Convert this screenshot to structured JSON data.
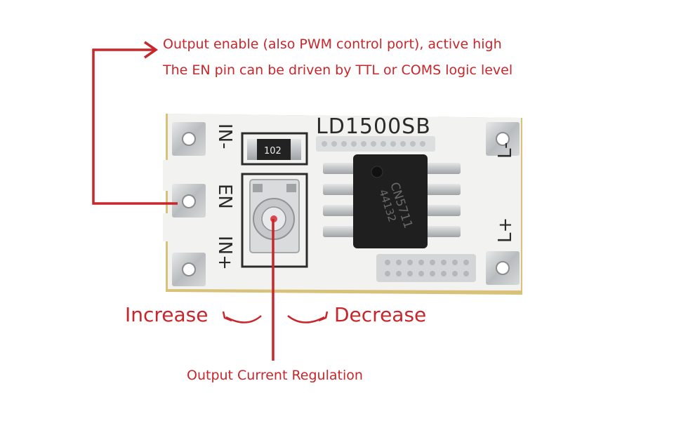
{
  "annotations": {
    "enable_line1": "Output enable (also PWM control port), active high",
    "enable_line2": "The EN pin can be driven by TTL or COMS logic level",
    "increase": "Increase",
    "decrease": "Decrease",
    "regulation": "Output Current Regulation"
  },
  "board": {
    "model": "LD1500SB",
    "resistor_code": "102",
    "chip_line1": "CN5711",
    "chip_line2": "44132",
    "pin_in_minus": "IN-",
    "pin_en": "EN",
    "pin_in_plus": "IN+",
    "pin_l_minus": "L-",
    "pin_l_plus": "L+"
  },
  "colors": {
    "annotation": "#c8262b",
    "board": "#f2f3f0",
    "board_edge": "#d8c27a",
    "chip": "#1f1f1f",
    "pad": "#c9cbcc"
  }
}
